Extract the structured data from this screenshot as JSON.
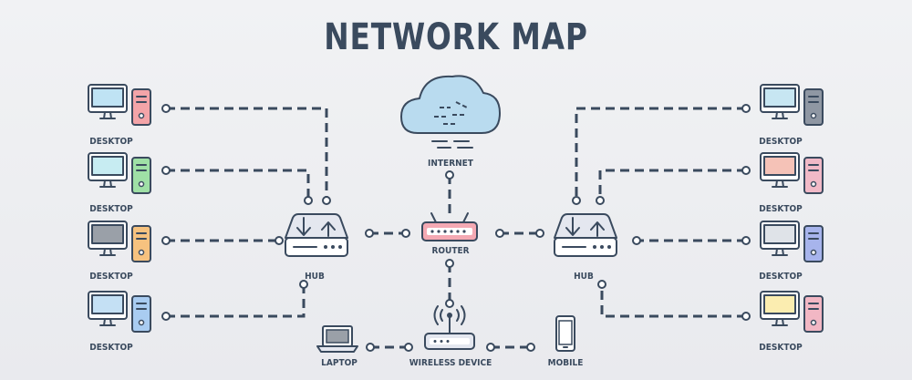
{
  "title": "NETWORK MAP",
  "labels": {
    "internet": "INTERNET",
    "router": "ROUTER",
    "hub": "HUB",
    "desktop": "DESKTOP",
    "laptop": "LAPTOP",
    "wireless_device": "WIRELESS DEVICE",
    "mobile": "MOBILE"
  },
  "colors": {
    "line": "#3a4a5e",
    "cloud": "#b9dbef",
    "router_accent": "#f4a9b3",
    "hub_body": "#e4e7ef",
    "left_desktops": [
      {
        "screen": "#bfe3f4",
        "tower": "#f3a4a8"
      },
      {
        "screen": "#c7ecf2",
        "tower": "#9fe0a6"
      },
      {
        "screen": "#9aa0a8",
        "tower": "#f6c27f"
      },
      {
        "screen": "#c4e0f4",
        "tower": "#a9ccf1"
      }
    ],
    "right_desktops": [
      {
        "screen": "#c7e6f2",
        "tower": "#8f97a3"
      },
      {
        "screen": "#f5c2b7",
        "tower": "#f1b9c7"
      },
      {
        "screen": "#dfe3e8",
        "tower": "#a7b4ec"
      },
      {
        "screen": "#fbedb0",
        "tower": "#f2b7c4"
      }
    ]
  }
}
